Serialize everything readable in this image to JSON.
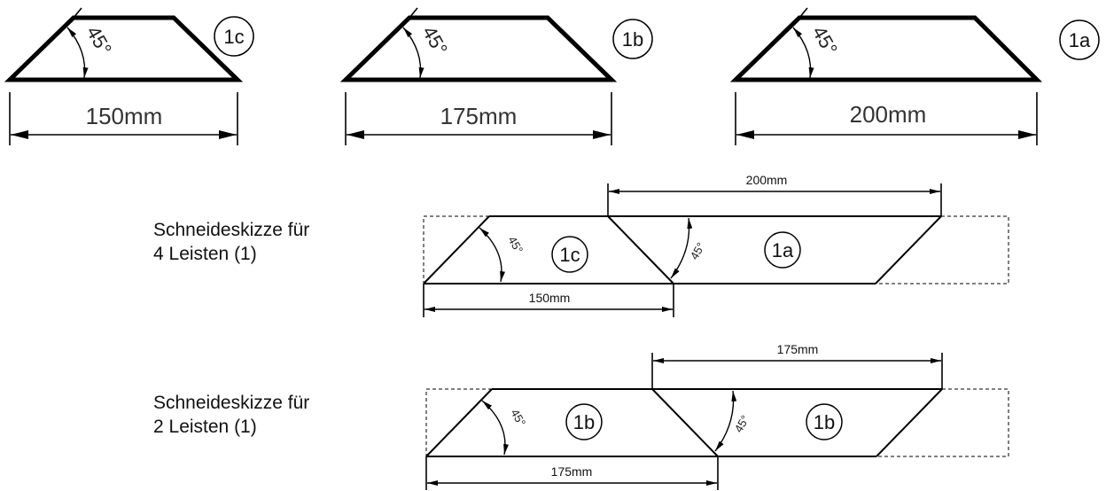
{
  "top_pieces": [
    {
      "id": "1c",
      "angle": "45°",
      "dimension": "150mm"
    },
    {
      "id": "1b",
      "angle": "45°",
      "dimension": "175mm"
    },
    {
      "id": "1a",
      "angle": "45°",
      "dimension": "200mm"
    }
  ],
  "sketch1": {
    "line1": "Schneideskizze für",
    "line2": "4 Leisten (1)",
    "top_dimension": "200mm",
    "bottom_dimension": "150mm",
    "angle_left": "45°",
    "angle_right": "45°",
    "piece_left": "1c",
    "piece_right": "1a"
  },
  "sketch2": {
    "line1": "Schneideskizze für",
    "line2": "2 Leisten (1)",
    "top_dimension": "175mm",
    "bottom_dimension": "175mm",
    "angle_left": "45°",
    "angle_right": "45°",
    "piece_left": "1b",
    "piece_right": "1b"
  }
}
